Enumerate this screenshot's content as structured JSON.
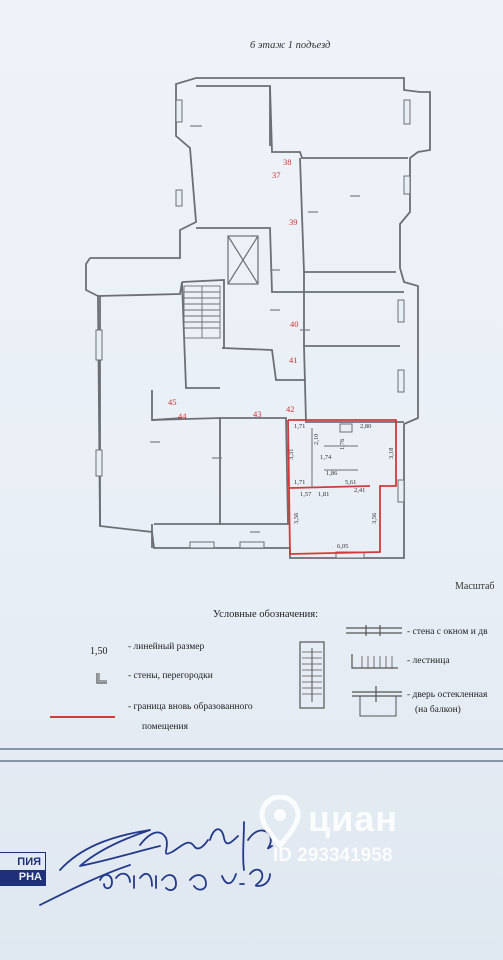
{
  "header": {
    "title": "6 этаж 1 подъезд"
  },
  "plan": {
    "room_labels": [
      "38",
      "37",
      "39",
      "40",
      "41",
      "42",
      "43",
      "44",
      "45"
    ],
    "dimensions": [
      "1,71",
      "2,10",
      "1,76",
      "2,80",
      "1,74",
      "3,31",
      "3,18",
      "1,86",
      "1,71",
      "1,57",
      "1,81",
      "5,61",
      "2,41",
      "3,56",
      "3,56",
      "6,05"
    ],
    "scale_label": "Масштаб"
  },
  "legend": {
    "title": "Условные обозначения:",
    "linear_size_sample": "1,50",
    "linear_size": "- линейный размер",
    "walls": "- стены, перегородки",
    "boundary_line1": "- граница вновь образованного",
    "boundary_line2": "помещения",
    "wall_window": "- стена с окном и дв",
    "stairs": "- лестница",
    "door_line1": "- дверь остекленная",
    "door_line2": "(на балкон)",
    "boundary_color": "#d43a3a"
  },
  "footer": {
    "stamp_line1": "ПИЯ",
    "stamp_line2": "РНА",
    "watermark_name": "циан",
    "watermark_id": "ID 293341958"
  }
}
